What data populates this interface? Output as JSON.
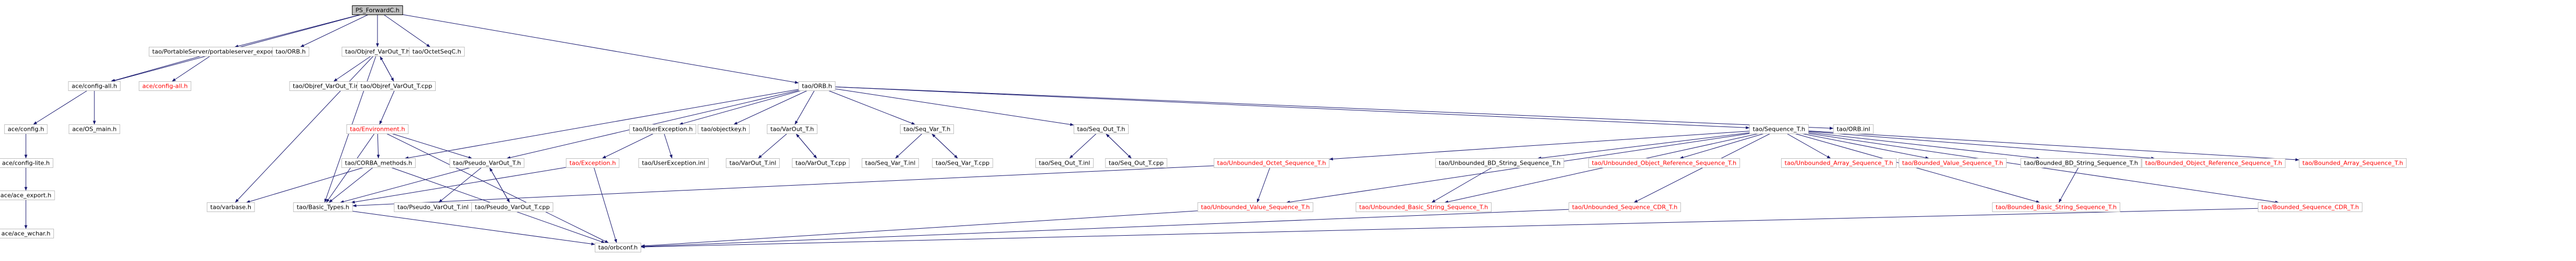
{
  "diagram": {
    "colors": {
      "node_border": "#bfbfbf",
      "root_fill": "#bfbfbf",
      "root_border": "#000000",
      "missing_text": "#ff0000",
      "edge_include": "#191970",
      "edge_template": "#a9a9a9",
      "text": "#000000"
    },
    "nodes": [
      {
        "id": "root",
        "label": "PS_ForwardC.h",
        "kind": "root"
      },
      {
        "id": "portable_export",
        "label": "tao/PortableServer/portableserver_export.h"
      },
      {
        "id": "orb_h_top",
        "label": "tao/ORB.h"
      },
      {
        "id": "objref_varout_t_h",
        "label": "tao/Objref_VarOut_T.h"
      },
      {
        "id": "octetseqc",
        "label": "tao/OctetSeqC.h"
      },
      {
        "id": "ace_config_all",
        "label": "ace/config-all.h"
      },
      {
        "id": "ace_config_all_missing",
        "label": "ace/config-all.h",
        "kind": "missing"
      },
      {
        "id": "objref_varout_t_inl",
        "label": "tao/Objref_VarOut_T.inl"
      },
      {
        "id": "objref_varout_t_cpp",
        "label": "tao/Objref_VarOut_T.cpp"
      },
      {
        "id": "orb_h",
        "label": "tao/ORB.h"
      },
      {
        "id": "ace_config_h",
        "label": "ace/config.h"
      },
      {
        "id": "ace_os_main",
        "label": "ace/OS_main.h"
      },
      {
        "id": "environment",
        "label": "tao/Environment.h",
        "kind": "missing"
      },
      {
        "id": "userexception",
        "label": "tao/UserException.h"
      },
      {
        "id": "objectkey",
        "label": "tao/objectkey.h"
      },
      {
        "id": "varout_t_h",
        "label": "tao/VarOut_T.h"
      },
      {
        "id": "seq_var_t_h",
        "label": "tao/Seq_Var_T.h"
      },
      {
        "id": "seq_out_t_h",
        "label": "tao/Seq_Out_T.h"
      },
      {
        "id": "sequence_t_h",
        "label": "tao/Sequence_T.h"
      },
      {
        "id": "orb_inl",
        "label": "tao/ORB.inl"
      },
      {
        "id": "ace_config_lite",
        "label": "ace/config-lite.h"
      },
      {
        "id": "ace_exception",
        "label": "tao/Exception.h",
        "kind": "missing"
      },
      {
        "id": "corba_methods",
        "label": "tao/CORBA_methods.h"
      },
      {
        "id": "pseudo_varout_t_h",
        "label": "tao/Pseudo_VarOut_T.h"
      },
      {
        "id": "userexception_inl",
        "label": "tao/UserException.inl"
      },
      {
        "id": "varout_t_inl",
        "label": "tao/VarOut_T.inl"
      },
      {
        "id": "varout_t_cpp",
        "label": "tao/VarOut_T.cpp"
      },
      {
        "id": "seq_var_t_inl",
        "label": "tao/Seq_Var_T.inl"
      },
      {
        "id": "seq_var_t_cpp",
        "label": "tao/Seq_Var_T.cpp"
      },
      {
        "id": "seq_out_t_inl",
        "label": "tao/Seq_Out_T.inl"
      },
      {
        "id": "seq_out_t_cpp",
        "label": "tao/Seq_Out_T.cpp"
      },
      {
        "id": "unb_octet_seq",
        "label": "tao/Unbounded_Octet_Sequence_T.h",
        "kind": "missing"
      },
      {
        "id": "unb_bd_string_seq",
        "label": "tao/Unbounded_BD_String_Sequence_T.h"
      },
      {
        "id": "unb_objref_seq",
        "label": "tao/Unbounded_Object_Reference_Sequence_T.h",
        "kind": "missing"
      },
      {
        "id": "unb_array_seq",
        "label": "tao/Unbounded_Array_Sequence_T.h",
        "kind": "missing"
      },
      {
        "id": "bnd_value_seq",
        "label": "tao/Bounded_Value_Sequence_T.h",
        "kind": "missing"
      },
      {
        "id": "bnd_bd_string_seq",
        "label": "tao/Bounded_BD_String_Sequence_T.h"
      },
      {
        "id": "bnd_objref_seq",
        "label": "tao/Bounded_Object_Reference_Sequence_T.h",
        "kind": "missing"
      },
      {
        "id": "bnd_array_seq",
        "label": "tao/Bounded_Array_Sequence_T.h",
        "kind": "missing"
      },
      {
        "id": "ace_ace_export",
        "label": "ace/ace_export.h"
      },
      {
        "id": "varbase",
        "label": "tao/varbase.h"
      },
      {
        "id": "basic_types",
        "label": "tao/Basic_Types.h"
      },
      {
        "id": "pseudo_varout_t_inl",
        "label": "tao/Pseudo_VarOut_T.inl"
      },
      {
        "id": "pseudo_varout_t_cpp",
        "label": "tao/Pseudo_VarOut_T.cpp"
      },
      {
        "id": "unb_value_seq",
        "label": "tao/Unbounded_Value_Sequence_T.h",
        "kind": "missing"
      },
      {
        "id": "unb_basic_string_seq",
        "label": "tao/Unbounded_Basic_String_Sequence_T.h",
        "kind": "missing"
      },
      {
        "id": "unb_seq_cdr",
        "label": "tao/Unbounded_Sequence_CDR_T.h",
        "kind": "missing"
      },
      {
        "id": "bnd_basic_string_seq",
        "label": "tao/Bounded_Basic_String_Sequence_T.h",
        "kind": "missing"
      },
      {
        "id": "bnd_seq_cdr",
        "label": "tao/Bounded_Sequence_CDR_T.h",
        "kind": "missing"
      },
      {
        "id": "ace_ace_wchar",
        "label": "ace/ace_wchar.h"
      },
      {
        "id": "orbconf",
        "label": "tao/orbconf.h"
      }
    ],
    "edges": [
      [
        "root",
        "portable_export"
      ],
      [
        "root",
        "orb_h_top"
      ],
      [
        "root",
        "objref_varout_t_h"
      ],
      [
        "root",
        "octetseqc"
      ],
      [
        "root",
        "ace_config_all"
      ],
      [
        "root",
        "orb_h"
      ],
      [
        "portable_export",
        "ace_config_all"
      ],
      [
        "portable_export",
        "ace_config_all_missing"
      ],
      [
        "objref_varout_t_h",
        "objref_varout_t_inl"
      ],
      [
        "objref_varout_t_h",
        "objref_varout_t_cpp"
      ],
      [
        "objref_varout_t_h",
        "varbase"
      ],
      [
        "objref_varout_t_h",
        "basic_types"
      ],
      [
        "objref_varout_t_cpp",
        "objref_varout_t_h"
      ],
      [
        "objref_varout_t_cpp",
        "environment"
      ],
      [
        "ace_config_all",
        "ace_config_h"
      ],
      [
        "ace_config_all",
        "ace_os_main"
      ],
      [
        "ace_config_h",
        "ace_config_lite"
      ],
      [
        "ace_config_lite",
        "ace_ace_export"
      ],
      [
        "ace_ace_export",
        "ace_ace_wchar"
      ],
      [
        "environment",
        "corba_methods"
      ],
      [
        "environment",
        "pseudo_varout_t_h"
      ],
      [
        "environment",
        "basic_types"
      ],
      [
        "environment",
        "orbconf"
      ],
      [
        "orb_h",
        "userexception"
      ],
      [
        "orb_h",
        "objectkey"
      ],
      [
        "orb_h",
        "varout_t_h"
      ],
      [
        "orb_h",
        "seq_var_t_h"
      ],
      [
        "orb_h",
        "seq_out_t_h"
      ],
      [
        "orb_h",
        "sequence_t_h"
      ],
      [
        "orb_h",
        "orb_inl"
      ],
      [
        "orb_h",
        "corba_methods"
      ],
      [
        "orb_h",
        "pseudo_varout_t_h"
      ],
      [
        "userexception",
        "ace_exception"
      ],
      [
        "userexception",
        "userexception_inl"
      ],
      [
        "ace_exception",
        "basic_types"
      ],
      [
        "ace_exception",
        "orbconf"
      ],
      [
        "varout_t_h",
        "varout_t_inl"
      ],
      [
        "varout_t_h",
        "varout_t_cpp"
      ],
      [
        "varout_t_cpp",
        "varout_t_h"
      ],
      [
        "seq_var_t_h",
        "seq_var_t_inl"
      ],
      [
        "seq_var_t_h",
        "seq_var_t_cpp"
      ],
      [
        "seq_var_t_cpp",
        "seq_var_t_h"
      ],
      [
        "seq_out_t_h",
        "seq_out_t_inl"
      ],
      [
        "seq_out_t_h",
        "seq_out_t_cpp"
      ],
      [
        "seq_out_t_cpp",
        "seq_out_t_h"
      ],
      [
        "corba_methods",
        "basic_types"
      ],
      [
        "corba_methods",
        "orbconf"
      ],
      [
        "corba_methods",
        "varbase"
      ],
      [
        "pseudo_varout_t_h",
        "pseudo_varout_t_inl"
      ],
      [
        "pseudo_varout_t_h",
        "pseudo_varout_t_cpp"
      ],
      [
        "pseudo_varout_t_h",
        "basic_types"
      ],
      [
        "pseudo_varout_t_cpp",
        "pseudo_varout_t_h"
      ],
      [
        "basic_types",
        "orbconf"
      ],
      [
        "sequence_t_h",
        "unb_octet_seq"
      ],
      [
        "sequence_t_h",
        "unb_bd_string_seq"
      ],
      [
        "sequence_t_h",
        "unb_objref_seq"
      ],
      [
        "sequence_t_h",
        "unb_array_seq"
      ],
      [
        "sequence_t_h",
        "bnd_value_seq"
      ],
      [
        "sequence_t_h",
        "bnd_bd_string_seq"
      ],
      [
        "sequence_t_h",
        "bnd_objref_seq"
      ],
      [
        "sequence_t_h",
        "bnd_array_seq"
      ],
      [
        "sequence_t_h",
        "unb_value_seq"
      ],
      [
        "sequence_t_h",
        "unb_basic_string_seq"
      ],
      [
        "sequence_t_h",
        "unb_seq_cdr"
      ],
      [
        "sequence_t_h",
        "bnd_basic_string_seq"
      ],
      [
        "sequence_t_h",
        "bnd_seq_cdr"
      ],
      [
        "unb_octet_seq",
        "unb_value_seq"
      ],
      [
        "unb_octet_seq",
        "basic_types"
      ],
      [
        "unb_bd_string_seq",
        "unb_basic_string_seq"
      ],
      [
        "bnd_bd_string_seq",
        "bnd_basic_string_seq"
      ],
      [
        "unb_seq_cdr",
        "orbconf"
      ],
      [
        "bnd_seq_cdr",
        "orbconf"
      ],
      [
        "unb_value_seq",
        "orbconf"
      ]
    ]
  }
}
